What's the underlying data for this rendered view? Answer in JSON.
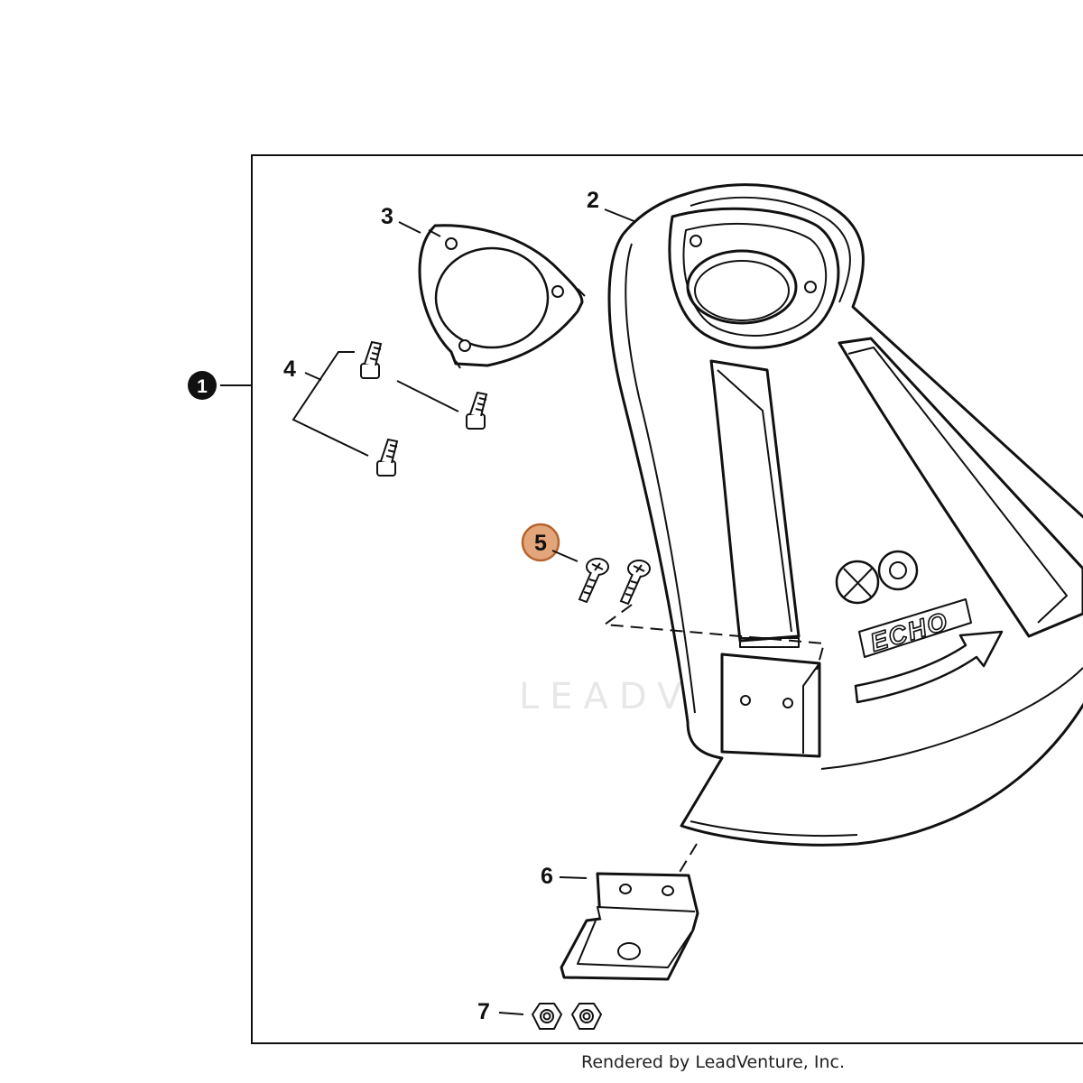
{
  "diagram": {
    "assembly_callout": "1",
    "callouts": [
      {
        "id": "2",
        "part": "shield"
      },
      {
        "id": "3",
        "part": "plate"
      },
      {
        "id": "4",
        "part": "bolts"
      },
      {
        "id": "5",
        "part": "screws",
        "highlighted": true
      },
      {
        "id": "6",
        "part": "bracket"
      },
      {
        "id": "7",
        "part": "nuts"
      }
    ],
    "brand_mark": "ECHO",
    "watermark": "LEADVENTURE",
    "highlight_color": "#E3A57A",
    "highlight_stroke": "#B5652E"
  },
  "footer": {
    "credit": "Rendered by LeadVenture, Inc."
  }
}
